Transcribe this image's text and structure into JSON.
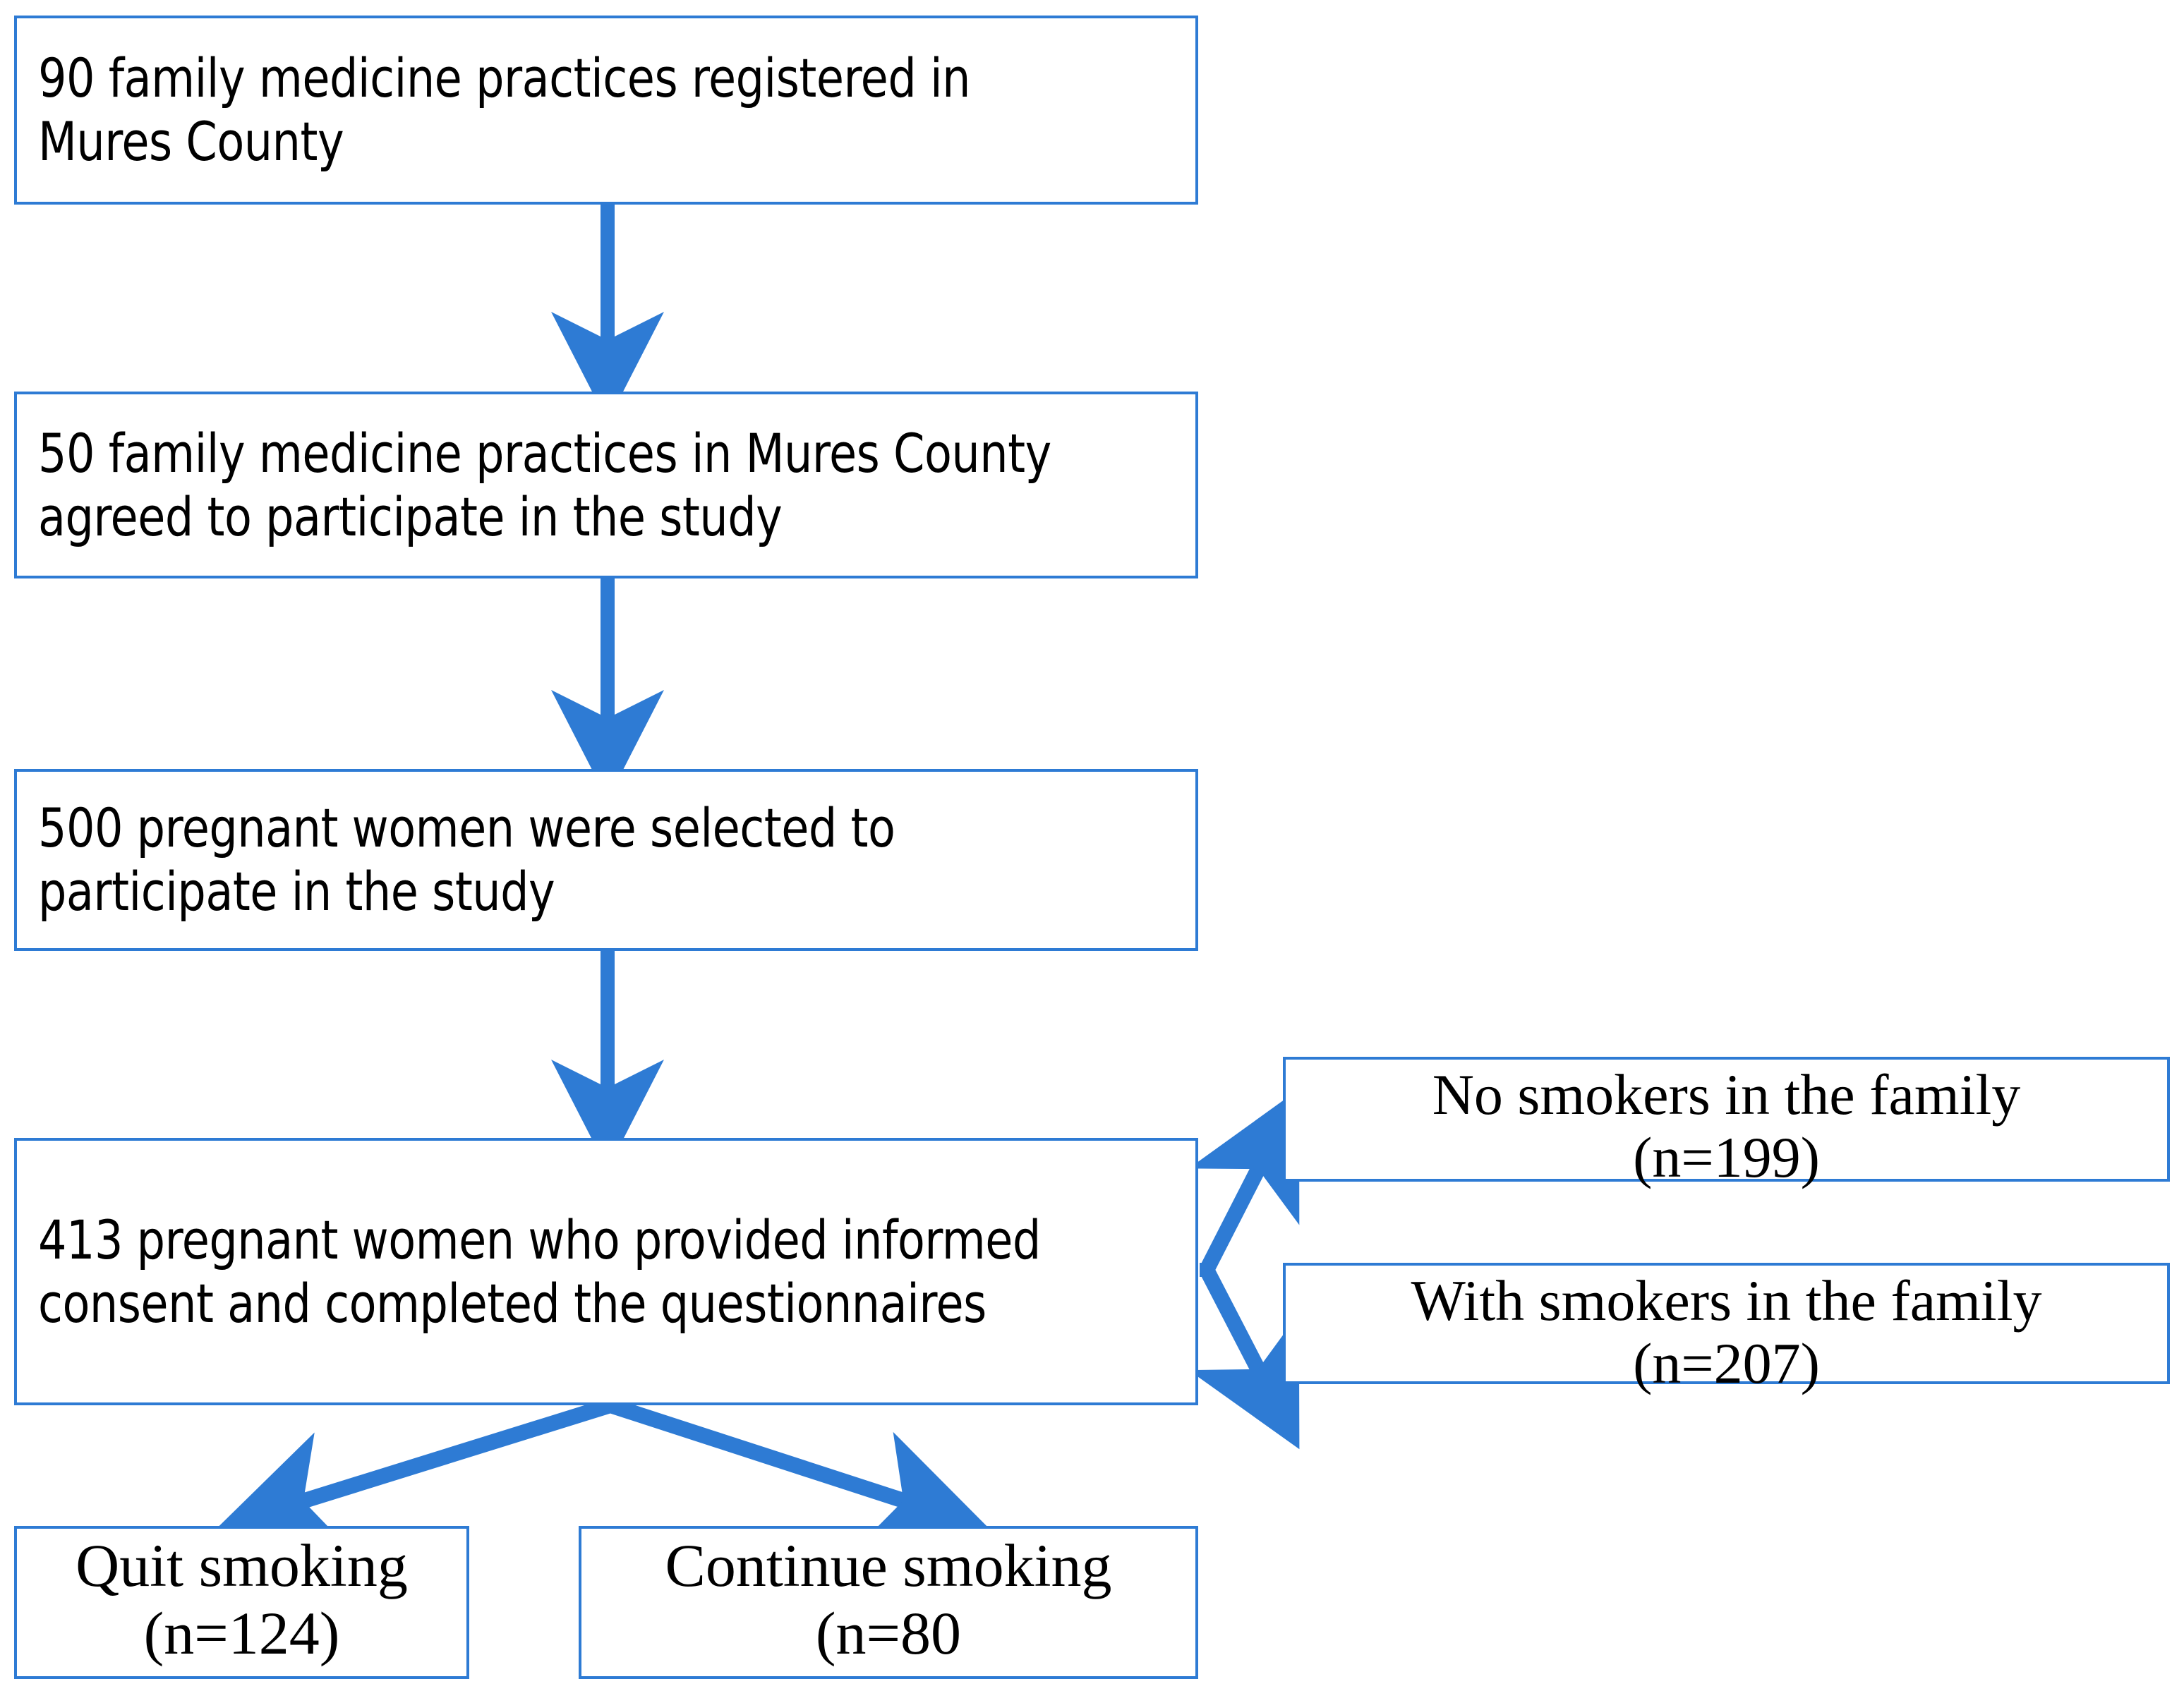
{
  "diagram": {
    "title": "Study participant flow diagram",
    "accent_color": "#2E7BD4",
    "text_color": "#000000",
    "background_color": "#FFFFFF"
  },
  "nodes": {
    "registered_practices": {
      "text": "90 family medicine practices registered in Mures County",
      "count": 90
    },
    "agreed_practices": {
      "text": "50 family medicine practices in Mures County agreed to participate in the study",
      "count": 50
    },
    "selected_women": {
      "text": "500 pregnant women were selected to participate in the study",
      "count": 500
    },
    "consented_women": {
      "text": "413 pregnant women who provided informed consent and completed the questionnaires",
      "count": 413
    },
    "no_smokers": {
      "line1": "No smokers in the family",
      "line2": "(n=199)",
      "count": 199
    },
    "with_smokers": {
      "line1": "With smokers in the family",
      "line2": "(n=207)",
      "count": 207
    },
    "quit_smoking": {
      "line1": "Quit smoking",
      "line2": "(n=124)",
      "count": 124
    },
    "continue_smoking": {
      "line1": "Continue smoking",
      "line2": "(n=80",
      "count": 80
    }
  },
  "edges": [
    {
      "from": "registered_practices",
      "to": "agreed_practices",
      "style": "vertical-arrow"
    },
    {
      "from": "agreed_practices",
      "to": "selected_women",
      "style": "vertical-arrow"
    },
    {
      "from": "selected_women",
      "to": "consented_women",
      "style": "vertical-arrow"
    },
    {
      "from": "consented_women",
      "to": "no_smokers",
      "style": "diagonal-arrow-right-up"
    },
    {
      "from": "consented_women",
      "to": "with_smokers",
      "style": "diagonal-arrow-right-down"
    },
    {
      "from": "consented_women",
      "to": "quit_smoking",
      "style": "diagonal-arrow-down-left"
    },
    {
      "from": "consented_women",
      "to": "continue_smoking",
      "style": "diagonal-arrow-down-right"
    }
  ]
}
